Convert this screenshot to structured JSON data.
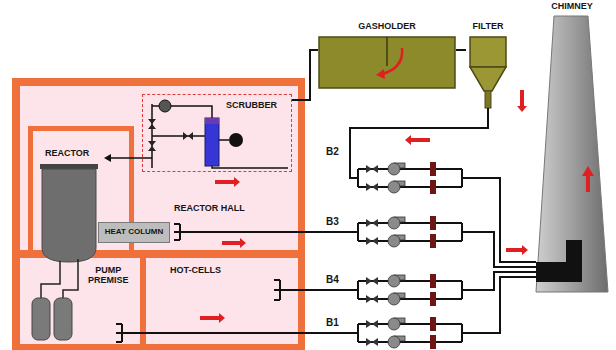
{
  "diagram": {
    "nodes": [
      {
        "text": [
          "REACTOR HALL"
        ]
      },
      {
        "text": [
          "REACTOR"
        ],
        "in": 0
      },
      {
        "text": [
          "SCRUBBER"
        ],
        "in": 0
      },
      {
        "text": [
          "HEAT COLUMN"
        ],
        "in": 0
      },
      {
        "text": [
          "PUMP PREMISE"
        ]
      },
      {
        "text": [
          "HOT-CELLS"
        ]
      },
      {
        "text": [
          "GASHOLDER"
        ]
      },
      {
        "text": [
          "FILTER"
        ]
      },
      {
        "text": [
          "CHIMNEY"
        ]
      }
    ],
    "edges": [
      {
        "from": 2,
        "to": 6,
        "arrow": "none"
      },
      {
        "from": 6,
        "to": 7,
        "arrow": "none"
      },
      {
        "from": 7,
        "to": 8,
        "arrow": "none"
      },
      {
        "from": 0,
        "to": 8,
        "arrow": "none"
      },
      {
        "from": 5,
        "to": 8,
        "arrow": "none"
      },
      {
        "from": 4,
        "to": 8,
        "arrow": "none"
      }
    ],
    "labels": [
      "B2",
      "B3",
      "B4",
      "B1"
    ]
  }
}
